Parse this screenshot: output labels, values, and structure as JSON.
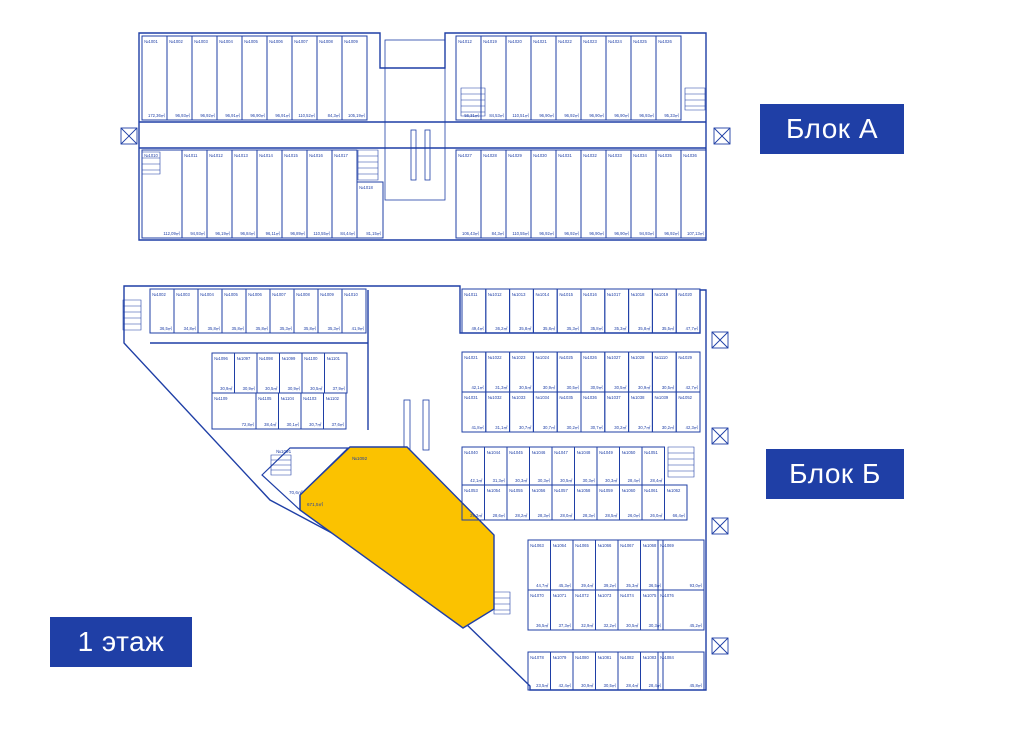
{
  "labels": {
    "block_a": "Блок А",
    "block_b": "Блок Б",
    "floor": "1 этаж"
  },
  "colors": {
    "line": "#1f3fa6",
    "highlight": "#fbc200",
    "badge": "#1f3fa6"
  },
  "block_a": {
    "top_row": [
      {
        "n": "№1001",
        "a": "172,36㎡"
      },
      {
        "n": "№1002",
        "a": "96,93㎡"
      },
      {
        "n": "№1003",
        "a": "96,92㎡"
      },
      {
        "n": "№1004",
        "a": "96,91㎡"
      },
      {
        "n": "№1005",
        "a": "96,90㎡"
      },
      {
        "n": "№1006",
        "a": "96,91㎡"
      },
      {
        "n": "№1007",
        "a": "110,52㎡"
      },
      {
        "n": "№1008",
        "a": "84,3㎡"
      },
      {
        "n": "№1009",
        "a": "105,19㎡"
      },
      {
        "n": "№1012",
        "a": "56,31㎡"
      },
      {
        "n": "№1019",
        "a": "84,53㎡"
      },
      {
        "n": "№1020",
        "a": "110,51㎡"
      },
      {
        "n": "№1021",
        "a": "96,90㎡"
      },
      {
        "n": "№1022",
        "a": "96,92㎡"
      },
      {
        "n": "№1023",
        "a": "96,90㎡"
      },
      {
        "n": "№1024",
        "a": "96,90㎡"
      },
      {
        "n": "№1025",
        "a": "96,93㎡"
      },
      {
        "n": "№1026",
        "a": "95,33㎡"
      }
    ],
    "bottom_row": [
      {
        "n": "№1010",
        "a": "112,09㎡"
      },
      {
        "n": "№1011",
        "a": "94,93㎡"
      },
      {
        "n": "№1012",
        "a": "96,19㎡"
      },
      {
        "n": "№1013",
        "a": "96,84㎡"
      },
      {
        "n": "№1014",
        "a": "96,11㎡"
      },
      {
        "n": "№1015",
        "a": "96,89㎡"
      },
      {
        "n": "№1016",
        "a": "110,55㎡"
      },
      {
        "n": "№1017",
        "a": "84,44㎡"
      },
      {
        "n": "№1018",
        "a": "81,15㎡"
      },
      {
        "n": "№1027",
        "a": "106,43㎡"
      },
      {
        "n": "№1028",
        "a": "84,3㎡"
      },
      {
        "n": "№1029",
        "a": "110,55㎡"
      },
      {
        "n": "№1030",
        "a": "96,92㎡"
      },
      {
        "n": "№1031",
        "a": "96,92㎡"
      },
      {
        "n": "№1032",
        "a": "96,90㎡"
      },
      {
        "n": "№1033",
        "a": "96,90㎡"
      },
      {
        "n": "№1034",
        "a": "94,93㎡"
      },
      {
        "n": "№1035",
        "a": "96,92㎡"
      },
      {
        "n": "№1036",
        "a": "107,13㎡"
      }
    ]
  },
  "block_b": {
    "row_1_left": [
      {
        "n": "№1002",
        "a": "36,5㎡"
      },
      {
        "n": "№1003",
        "a": "34,8㎡"
      },
      {
        "n": "№1004",
        "a": "35,8㎡"
      },
      {
        "n": "№1005",
        "a": "35,8㎡"
      },
      {
        "n": "№1006",
        "a": "35,8㎡"
      },
      {
        "n": "№1007",
        "a": "35,3㎡"
      },
      {
        "n": "№1008",
        "a": "35,8㎡"
      },
      {
        "n": "№1009",
        "a": "35,3㎡"
      },
      {
        "n": "№1010",
        "a": "41,9㎡"
      }
    ],
    "row_1_right": [
      {
        "n": "№1011",
        "a": "49,4㎡"
      },
      {
        "n": "№1012",
        "a": "36,2㎡"
      },
      {
        "n": "№1013",
        "a": "35,8㎡"
      },
      {
        "n": "№1014",
        "a": "35,8㎡"
      },
      {
        "n": "№1015",
        "a": "35,3㎡"
      },
      {
        "n": "№1016",
        "a": "35,8㎡"
      },
      {
        "n": "№1017",
        "a": "35,3㎡"
      },
      {
        "n": "№1018",
        "a": "35,8㎡"
      },
      {
        "n": "№1019",
        "a": "35,5㎡"
      },
      {
        "n": "№1020",
        "a": "47,7㎡"
      }
    ],
    "mid_left_top": [
      {
        "n": "№1096",
        "a": "30,9㎡"
      },
      {
        "n": "№1097",
        "a": "30,9㎡"
      },
      {
        "n": "№1098",
        "a": "30,5㎡"
      },
      {
        "n": "№1099",
        "a": "30,9㎡"
      },
      {
        "n": "№1100",
        "a": "30,5㎡"
      },
      {
        "n": "№1101",
        "a": "37,9㎡"
      }
    ],
    "mid_left_bottom": [
      {
        "n": "№1109",
        "a": "72,8㎡"
      },
      {
        "n": "№1105",
        "a": "38,4㎡"
      },
      {
        "n": "№1104",
        "a": "30,1㎡"
      },
      {
        "n": "№1103",
        "a": "30,7㎡"
      },
      {
        "n": "№1102",
        "a": "37,6㎡"
      }
    ],
    "highlighted": [
      {
        "n": "№1091",
        "a": "70,6㎡"
      },
      {
        "n": "№1092",
        "a": "671,5㎡"
      }
    ],
    "row_2": [
      {
        "n": "№1021",
        "a": "42,1㎡"
      },
      {
        "n": "№1022",
        "a": "31,3㎡"
      },
      {
        "n": "№1023",
        "a": "30,5㎡"
      },
      {
        "n": "№1024",
        "a": "30,9㎡"
      },
      {
        "n": "№1025",
        "a": "30,5㎡"
      },
      {
        "n": "№1026",
        "a": "30,9㎡"
      },
      {
        "n": "№1027",
        "a": "30,5㎡"
      },
      {
        "n": "№1028",
        "a": "30,9㎡"
      },
      {
        "n": "№1110",
        "a": "30,5㎡"
      },
      {
        "n": "№1029",
        "a": "42,7㎡"
      }
    ],
    "row_3": [
      {
        "n": "№1031",
        "a": "41,8㎡"
      },
      {
        "n": "№1032",
        "a": "31,1㎡"
      },
      {
        "n": "№1033",
        "a": "30,7㎡"
      },
      {
        "n": "№1034",
        "a": "30,7㎡"
      },
      {
        "n": "№1035",
        "a": "30,2㎡"
      },
      {
        "n": "№1036",
        "a": "30,7㎡"
      },
      {
        "n": "№1037",
        "a": "30,2㎡"
      },
      {
        "n": "№1038",
        "a": "30,7㎡"
      },
      {
        "n": "№1039",
        "a": "30,2㎡"
      },
      {
        "n": "№1052",
        "a": "42,3㎡"
      }
    ],
    "row_4": [
      {
        "n": "№1040",
        "a": "42,1㎡"
      },
      {
        "n": "№1044",
        "a": "31,3㎡"
      },
      {
        "n": "№1045",
        "a": "30,3㎡"
      },
      {
        "n": "№1046",
        "a": "30,3㎡"
      },
      {
        "n": "№1047",
        "a": "30,5㎡"
      },
      {
        "n": "№1048",
        "a": "30,3㎡"
      },
      {
        "n": "№1049",
        "a": "30,3㎡"
      },
      {
        "n": "№1050",
        "a": "28,4㎡"
      },
      {
        "n": "№1051",
        "a": "28,4㎡"
      }
    ],
    "row_5": [
      {
        "n": "№1053",
        "a": "29,2㎡"
      },
      {
        "n": "№1054",
        "a": "28,6㎡"
      },
      {
        "n": "№1055",
        "a": "28,2㎡"
      },
      {
        "n": "№1056",
        "a": "28,3㎡"
      },
      {
        "n": "№1057",
        "a": "28,0㎡"
      },
      {
        "n": "№1058",
        "a": "28,3㎡"
      },
      {
        "n": "№1059",
        "a": "28,5㎡"
      },
      {
        "n": "№1060",
        "a": "26,0㎡"
      },
      {
        "n": "№1061",
        "a": "26,0㎡"
      },
      {
        "n": "№1062",
        "a": "66,4㎡"
      }
    ],
    "row_6": [
      {
        "n": "№1063",
        "a": "44,7㎡"
      },
      {
        "n": "№1064",
        "a": "45,3㎡"
      },
      {
        "n": "№1065",
        "a": "39,4㎡"
      },
      {
        "n": "№1066",
        "a": "39,2㎡"
      },
      {
        "n": "№1067",
        "a": "35,3㎡"
      },
      {
        "n": "№1068",
        "a": "36,5㎡"
      },
      {
        "n": "№1069",
        "a": "93,0㎡"
      }
    ],
    "row_7": [
      {
        "n": "№1070",
        "a": "36,5㎡"
      },
      {
        "n": "№1071",
        "a": "37,3㎡"
      },
      {
        "n": "№1072",
        "a": "32,9㎡"
      },
      {
        "n": "№1073",
        "a": "32,2㎡"
      },
      {
        "n": "№1074",
        "a": "30,5㎡"
      },
      {
        "n": "№1075",
        "a": "30,3㎡"
      },
      {
        "n": "№1076",
        "a": "45,2㎡"
      }
    ],
    "row_8": [
      {
        "n": "№1078",
        "a": "23,5㎡"
      },
      {
        "n": "№1079",
        "a": "42,4㎡"
      },
      {
        "n": "№1080",
        "a": "30,9㎡"
      },
      {
        "n": "№1081",
        "a": "30,5㎡"
      },
      {
        "n": "№1082",
        "a": "28,4㎡"
      },
      {
        "n": "№1083",
        "a": "28,4㎡"
      },
      {
        "n": "№1084",
        "a": "45,8㎡"
      }
    ]
  }
}
